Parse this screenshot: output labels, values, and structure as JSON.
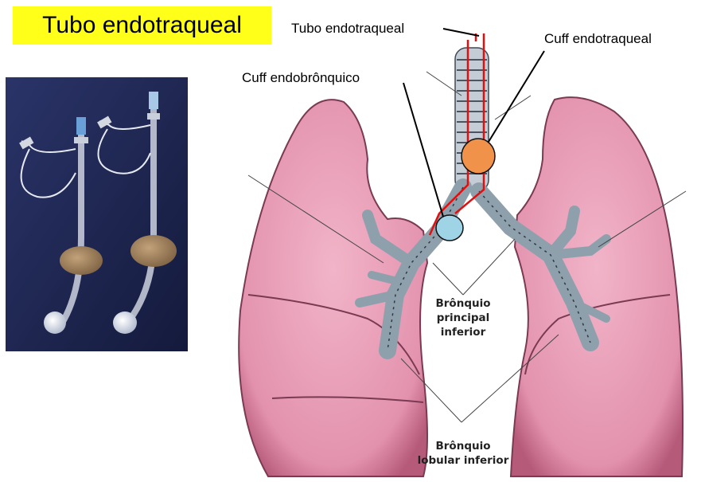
{
  "title": "Tubo endotraqueal",
  "labels": {
    "tubo": "Tubo endotraqueal",
    "cuff_endotraqueal": "Cuff endotraqueal",
    "cuff_endobronquico": "Cuff endobrônquico"
  },
  "anatomy": {
    "bronquio_principal": [
      "Brônquio",
      "principal",
      "inferior"
    ],
    "bronquio_lobular": [
      "Brônquio",
      "lobular inferior"
    ]
  },
  "colors": {
    "title_bg": "#ffff1a",
    "tube_line": "#e01010",
    "cuff_endotraqueal": "#f0924a",
    "cuff_endobronquico": "#9fd3e6",
    "lung": "#e79bb5"
  }
}
